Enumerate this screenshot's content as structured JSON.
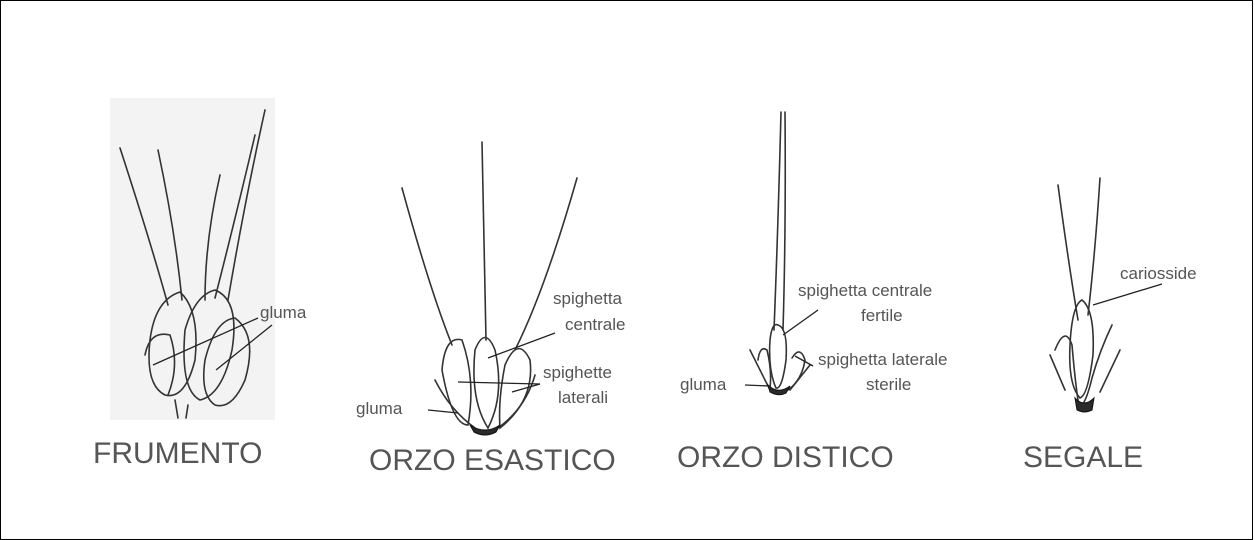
{
  "specimens": [
    {
      "name": "FRUMENTO",
      "labels": [
        "gluma"
      ]
    },
    {
      "name": "ORZO ESASTICO",
      "labels": [
        "spighetta",
        "centrale",
        "spighette",
        "laterali",
        "gluma"
      ]
    },
    {
      "name": "ORZO DISTICO",
      "labels": [
        "spighetta centrale",
        "fertile",
        "spighetta laterale",
        "sterile",
        "gluma"
      ]
    },
    {
      "name": "SEGALE",
      "labels": [
        "cariosside"
      ]
    }
  ],
  "colors": {
    "text": "#555555",
    "ink": "#333333",
    "border": "#000000"
  }
}
